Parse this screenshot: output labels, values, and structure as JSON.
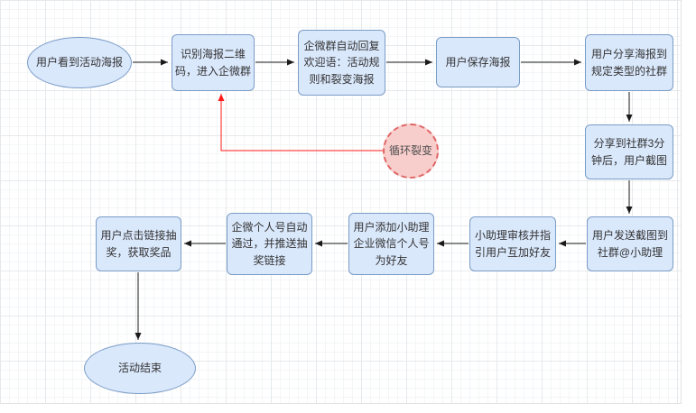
{
  "diagram": {
    "nodes": {
      "start": {
        "label": "用户看到活动海报"
      },
      "scan_qr": {
        "label": "识别海报二维码，进入企微群"
      },
      "auto_reply": {
        "label": "企微群自动回复欢迎语：活动规则和裂变海报"
      },
      "save_poster": {
        "label": "用户保存海报"
      },
      "share_poster": {
        "label": "用户分享海报到规定类型的社群"
      },
      "screenshot_wait": {
        "label": "分享到社群3分钟后，用户截图"
      },
      "loop_fission": {
        "label": "循环裂变"
      },
      "send_screenshot": {
        "label": "用户发送截图到社群@小助理"
      },
      "assistant_review": {
        "label": "小助理审核并指引用户互加好友"
      },
      "add_assistant": {
        "label": "用户添加小助理企业微信个人号为好友"
      },
      "auto_pass": {
        "label": "企微个人号自动通过，并推送抽奖链接"
      },
      "lottery": {
        "label": "用户点击链接抽奖，获取奖品"
      },
      "end": {
        "label": "活动结束"
      }
    },
    "edges": [
      {
        "from": "start",
        "to": "scan_qr",
        "style": "normal"
      },
      {
        "from": "scan_qr",
        "to": "auto_reply",
        "style": "normal"
      },
      {
        "from": "auto_reply",
        "to": "save_poster",
        "style": "normal"
      },
      {
        "from": "save_poster",
        "to": "share_poster",
        "style": "normal"
      },
      {
        "from": "share_poster",
        "to": "screenshot_wait",
        "style": "normal"
      },
      {
        "from": "screenshot_wait",
        "to": "send_screenshot",
        "style": "normal"
      },
      {
        "from": "send_screenshot",
        "to": "assistant_review",
        "style": "normal"
      },
      {
        "from": "assistant_review",
        "to": "add_assistant",
        "style": "normal"
      },
      {
        "from": "add_assistant",
        "to": "auto_pass",
        "style": "normal"
      },
      {
        "from": "auto_pass",
        "to": "lottery",
        "style": "normal"
      },
      {
        "from": "lottery",
        "to": "end",
        "style": "normal"
      },
      {
        "from": "loop_fission",
        "to": "scan_qr",
        "style": "loop-red"
      }
    ],
    "colors": {
      "node_fill": "#dae8fc",
      "node_border": "#7a9cc6",
      "node_text": "#333333",
      "loop_fill": "#f8cecc",
      "loop_border": "#e06666",
      "arrow": "#1a1a1a",
      "loop_arrow": "#ff1a1a"
    }
  }
}
